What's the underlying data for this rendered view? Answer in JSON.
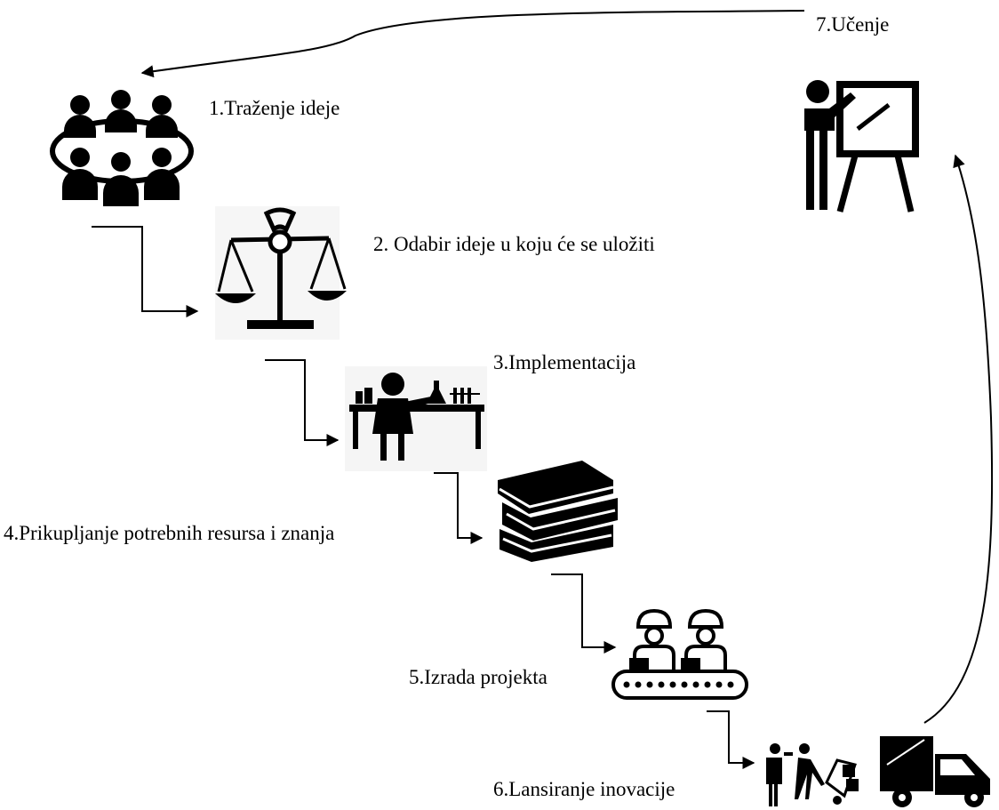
{
  "steps": [
    {
      "label": "1.Traženje ideje",
      "icon": "meeting-table-icon"
    },
    {
      "label": "2. Odabir ideje u koju će se uložiti",
      "icon": "balance-scale-icon"
    },
    {
      "label": "3.Implementacija",
      "icon": "scientist-lab-icon"
    },
    {
      "label": "4.Prikupljanje potrebnih resursa i znanja",
      "icon": "books-stack-icon"
    },
    {
      "label": "5.Izrada projekta",
      "icon": "factory-workers-icon"
    },
    {
      "label": "6.Lansiranje inovacije",
      "icon": "delivery-truck-icon"
    },
    {
      "label": "7.Učenje",
      "icon": "teacher-presentation-icon"
    }
  ],
  "colors": {
    "ink": "#000000",
    "background": "#ffffff"
  }
}
